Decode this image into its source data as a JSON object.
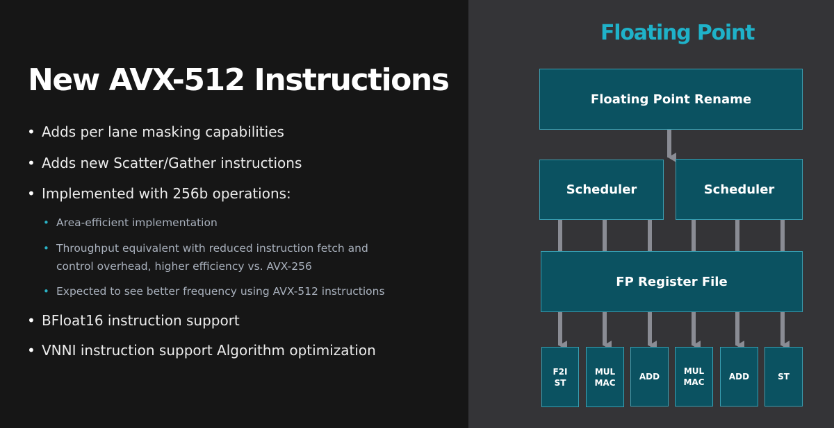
{
  "slide": {
    "title": "New AVX-512 Instructions",
    "bullets": [
      "Adds per lane masking capabilities",
      "Adds new Scatter/Gather instructions",
      "Implemented with 256b operations:",
      "BFloat16 instruction support",
      "VNNI instruction support Algorithm optimization"
    ],
    "sub_bullets": [
      "Area-efficient implementation",
      "Throughput equivalent with reduced instruction fetch and control overhead, higher efficiency vs. AVX-256",
      "Expected to see better frequency using AVX-512 instructions"
    ]
  },
  "diagram": {
    "title": "Floating Point",
    "rename": "Floating Point Rename",
    "schedulers": [
      "Scheduler",
      "Scheduler"
    ],
    "register_file": "FP Register File",
    "units": [
      "F2I\nST",
      "MUL\nMAC",
      "ADD",
      "MUL\nMAC",
      "ADD",
      "ST"
    ]
  },
  "colors": {
    "left_background": "#161616",
    "right_background": "#343437",
    "box_fill": "#0b5261",
    "box_border": "#3aa0b3",
    "accent": "#1fb2c9",
    "arrow": "#8a8c94"
  }
}
